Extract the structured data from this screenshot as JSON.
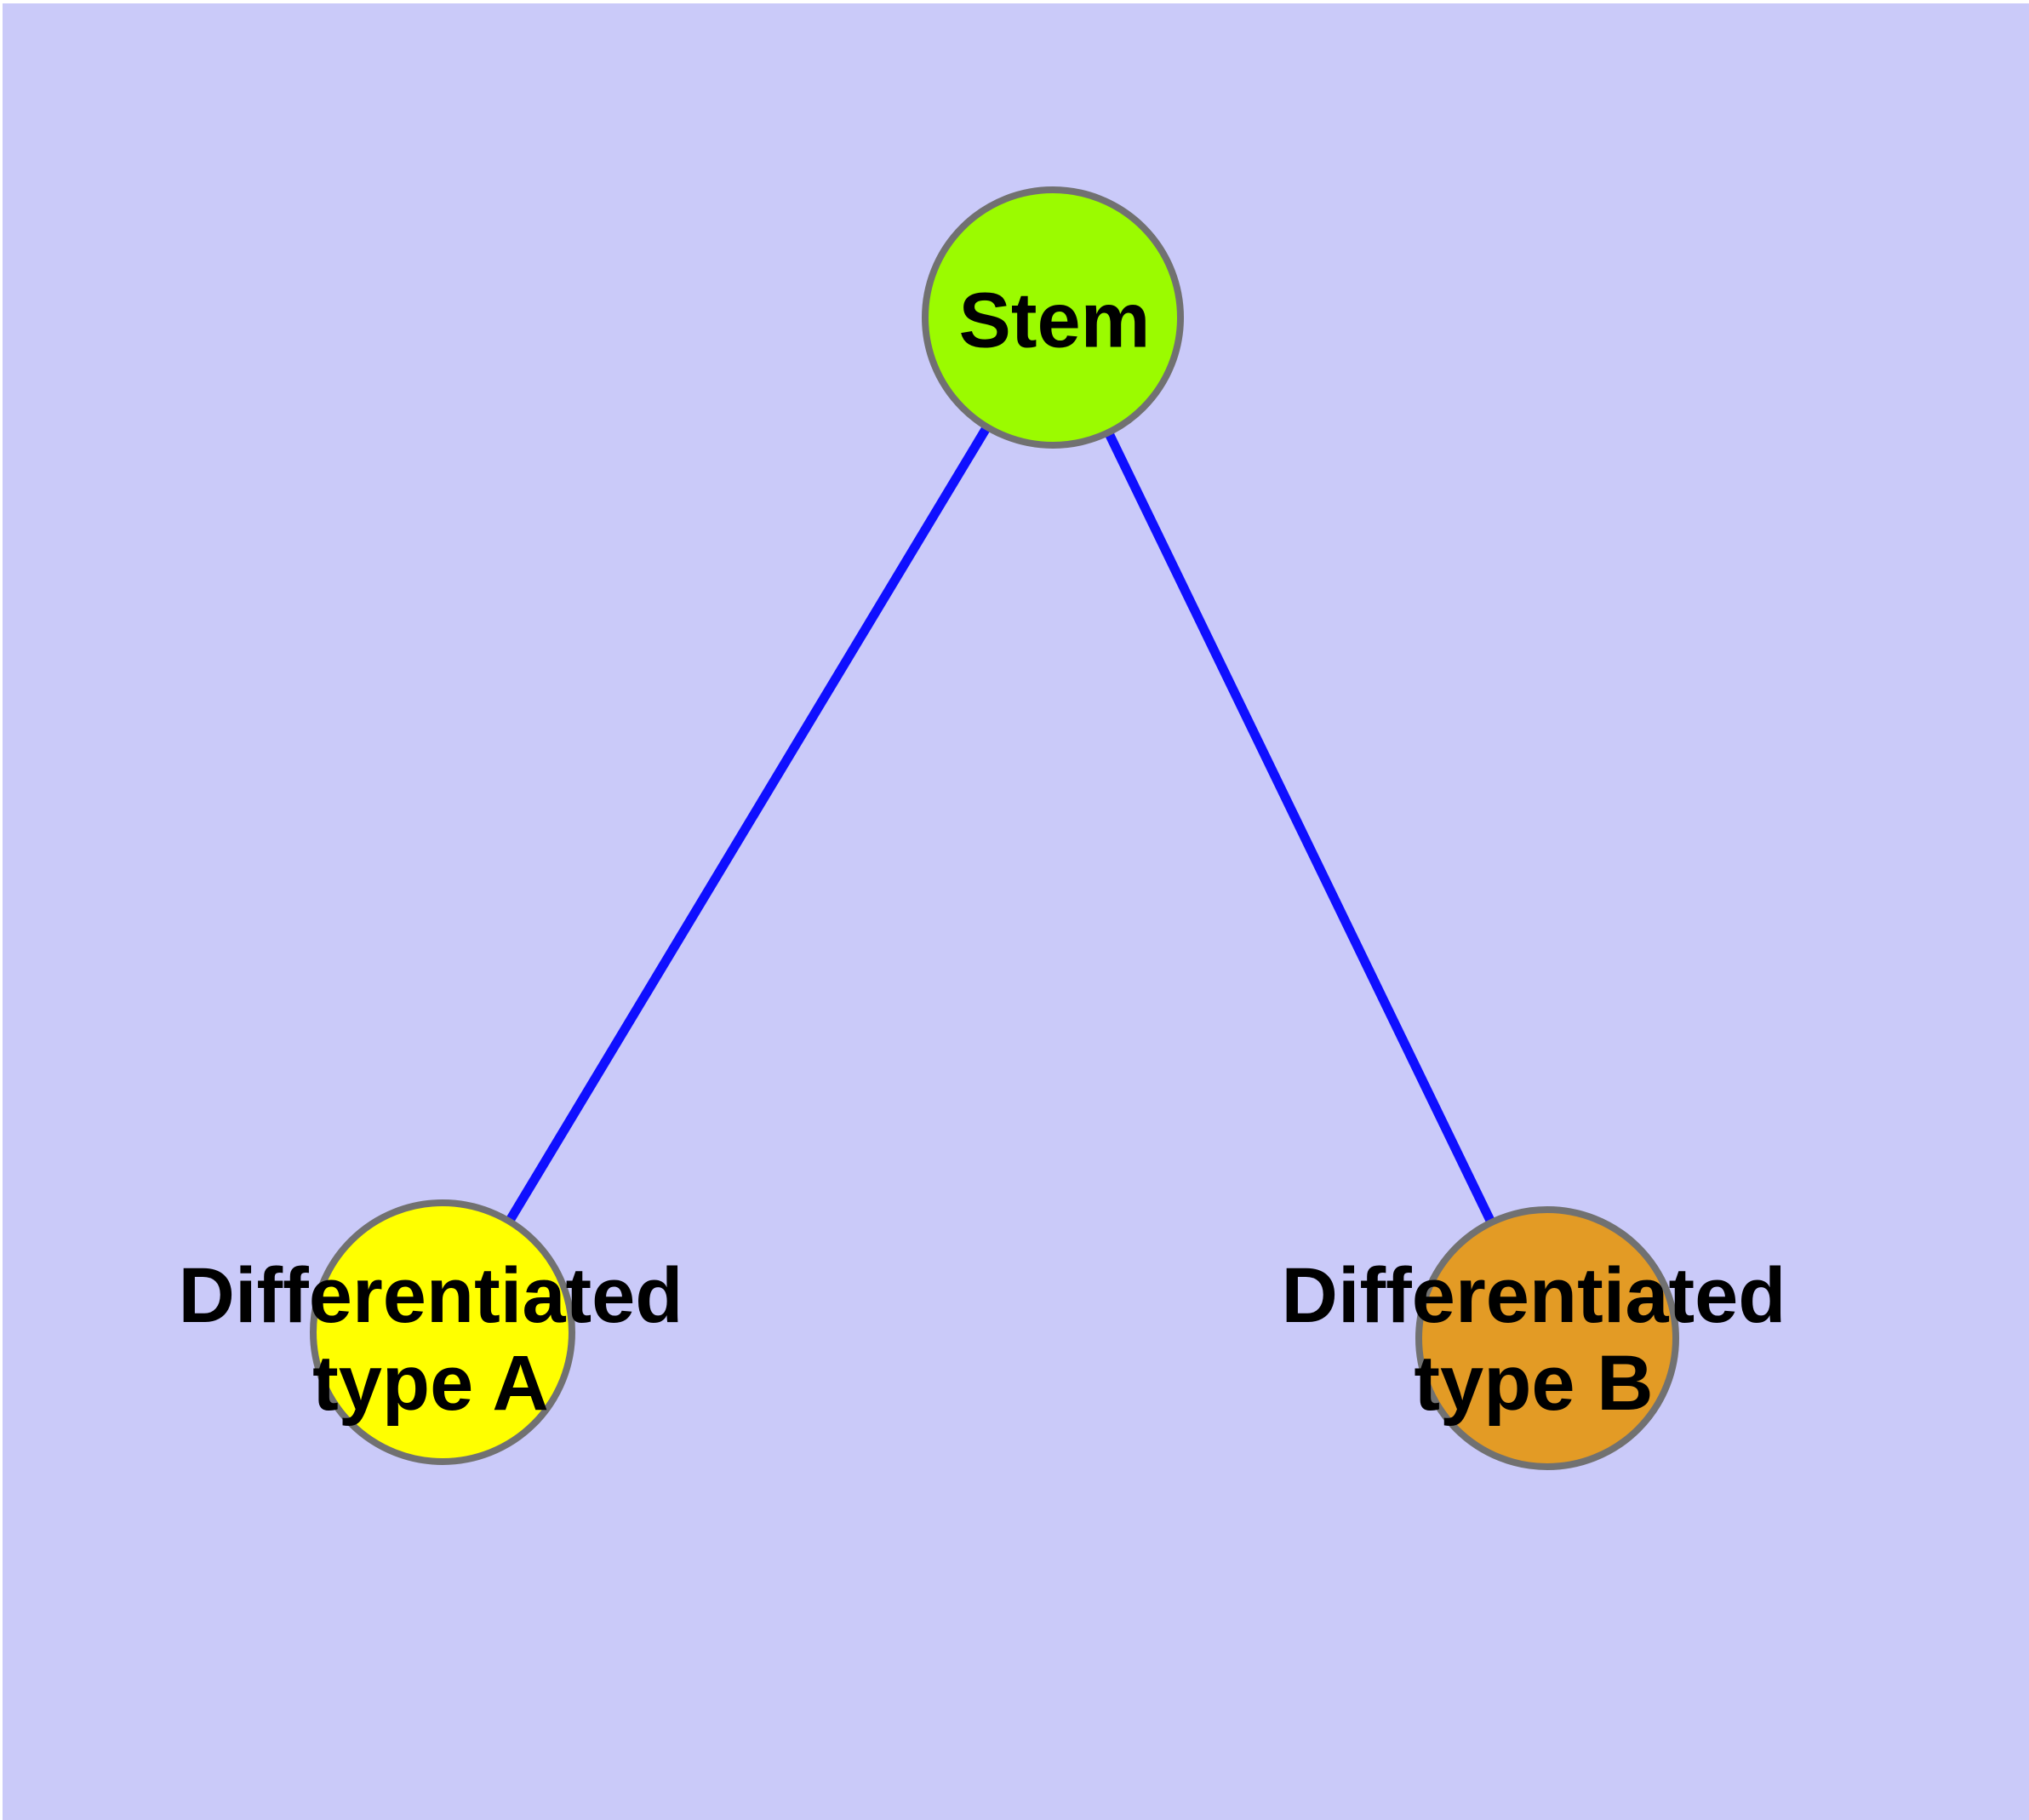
{
  "diagram": {
    "type": "graph",
    "colors": {
      "background": "#CACAF9",
      "margin": "#FFFFFF",
      "edge": "#0F0FFF",
      "node_border": "#717171",
      "text": "#000000"
    },
    "nodes": [
      {
        "name": "Stem",
        "lines": [
          "Stem"
        ],
        "fill": "#9BFB00",
        "shape": "circle"
      },
      {
        "name": "Differentiated type A",
        "lines": [
          "Differentiated",
          "type A"
        ],
        "fill": "#FFFF00",
        "shape": "circle"
      },
      {
        "name": "Differentiated type B",
        "lines": [
          "Differentiated",
          "type B"
        ],
        "fill": "#E39B25",
        "shape": "circle"
      }
    ],
    "edges": [
      {
        "from": "Stem",
        "to": "Differentiated type A"
      },
      {
        "from": "Stem",
        "to": "Differentiated type B"
      }
    ]
  }
}
